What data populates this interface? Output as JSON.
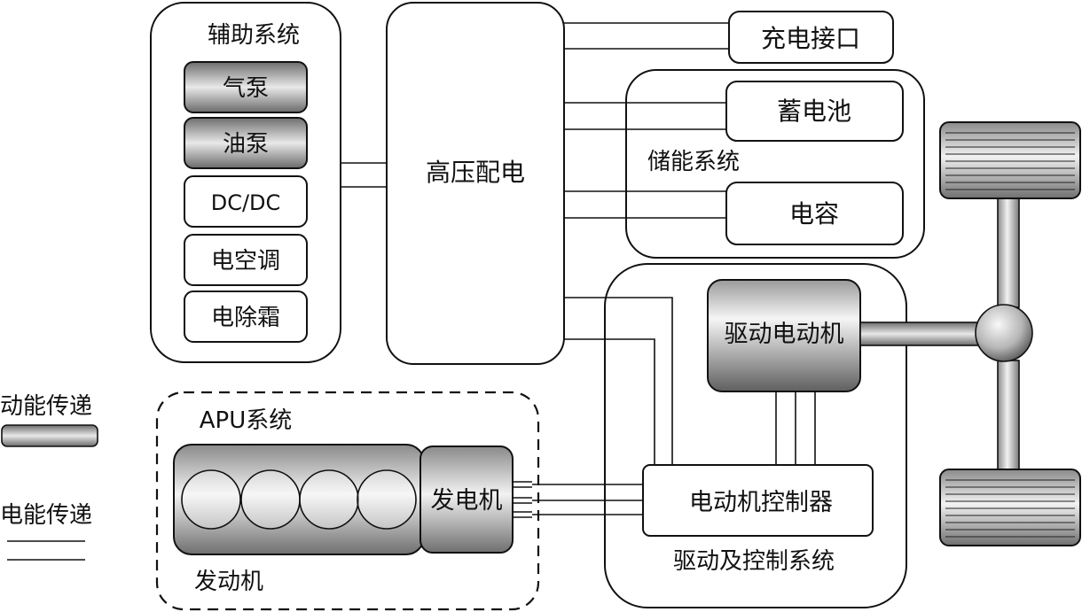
{
  "aux_system": {
    "title": "辅助系统",
    "items": [
      "气泵",
      "油泵",
      "DC/DC",
      "电空调",
      "电除霜"
    ]
  },
  "hv_distribution": {
    "label": "高压配电"
  },
  "charging_port": {
    "label": "充电接口"
  },
  "storage_system": {
    "title": "储能系统",
    "battery": "蓄电池",
    "capacitor": "电容"
  },
  "drive_system": {
    "title": "驱动及控制系统",
    "motor": "驱动电动机",
    "controller": "电动机控制器"
  },
  "apu_system": {
    "title": "APU系统",
    "engine": "发动机",
    "generator": "发电机"
  },
  "legend": {
    "mechanical": "动能传递",
    "electrical": "电能传递"
  },
  "colors": {
    "stroke": "#111111",
    "metal_light": "#f4f4f4",
    "metal_dark": "#7a7a7a"
  }
}
